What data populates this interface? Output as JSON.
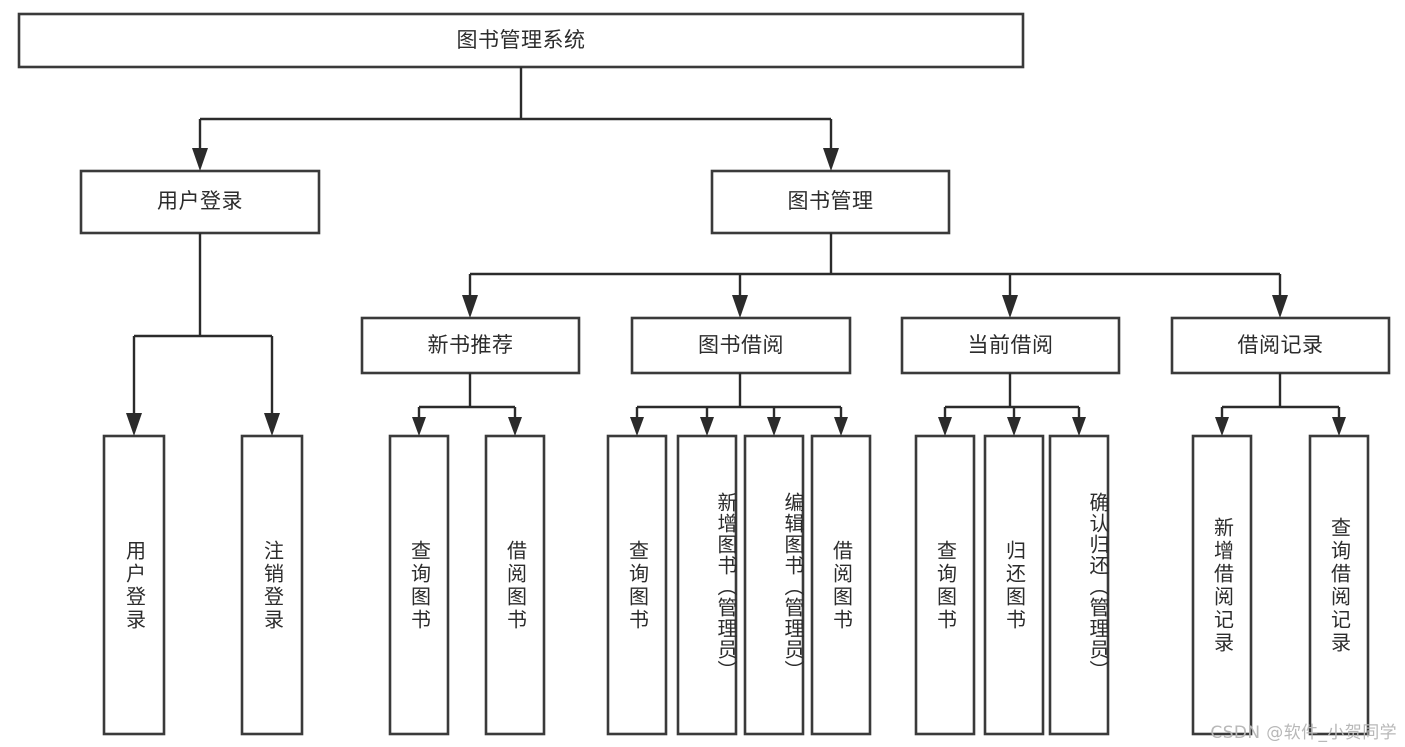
{
  "diagram": {
    "title": "图书管理系统",
    "type": "tree-hierarchy-chart",
    "root": {
      "id": "root",
      "label": "图书管理系统"
    },
    "level2": [
      {
        "id": "user-login",
        "label": "用户登录"
      },
      {
        "id": "book-management",
        "label": "图书管理"
      }
    ],
    "level3": [
      {
        "id": "new-book-recommend",
        "label": "新书推荐"
      },
      {
        "id": "book-borrow",
        "label": "图书借阅"
      },
      {
        "id": "current-borrow",
        "label": "当前借阅"
      },
      {
        "id": "borrow-record",
        "label": "借阅记录"
      }
    ],
    "leaves": {
      "user_login": [
        {
          "id": "leaf-user-login",
          "label": "用户登录"
        },
        {
          "id": "leaf-logout-login",
          "label": "注销登录"
        }
      ],
      "new_book_recommend": [
        {
          "id": "leaf-query-book-1",
          "label": "查询图书"
        },
        {
          "id": "leaf-borrow-book-1",
          "label": "借阅图书"
        }
      ],
      "book_borrow": [
        {
          "id": "leaf-query-book-2",
          "label": "查询图书"
        },
        {
          "id": "leaf-add-book",
          "label": "新增图书（管理员）"
        },
        {
          "id": "leaf-edit-book",
          "label": "编辑图书（管理员）"
        },
        {
          "id": "leaf-borrow-book-2",
          "label": "借阅图书"
        }
      ],
      "current_borrow": [
        {
          "id": "leaf-query-book-3",
          "label": "查询图书"
        },
        {
          "id": "leaf-return-book",
          "label": "归还图书"
        },
        {
          "id": "leaf-confirm-return",
          "label": "确认归还（管理员）"
        }
      ],
      "borrow_record": [
        {
          "id": "leaf-add-record",
          "label": "新增借阅记录"
        },
        {
          "id": "leaf-query-record",
          "label": "查询借阅记录"
        }
      ]
    }
  },
  "watermark": {
    "text": "CSDN @软件_小贺同学"
  },
  "colors": {
    "box_border": "#3a3a3a",
    "connector": "#2b2b2b",
    "background": "#ffffff",
    "text": "#2c2c2c",
    "watermark": "#b8b8b8"
  }
}
